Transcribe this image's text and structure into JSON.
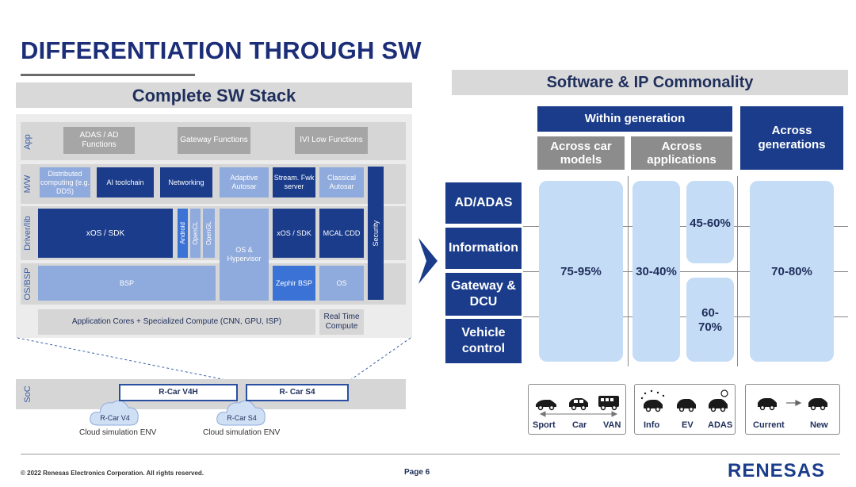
{
  "title": "DIFFERENTIATION THROUGH SW",
  "left_panel": {
    "header": "Complete SW Stack",
    "layers": {
      "app": "App",
      "mw": "M/W",
      "driver": "Driver/lib",
      "osbsp": "OS/BSP"
    },
    "app_boxes": [
      "ADAS / AD Functions",
      "Gateway Functions",
      "IVI Low Functions"
    ],
    "mw_boxes": {
      "distributed": "Distributed computing (e.g. DDS)",
      "ai": "AI toolchain",
      "networking": "Networking",
      "adaptive": "Adaptive Autosar",
      "stream": "Stream. Fwk server",
      "classical": "Classical Autosar"
    },
    "security": "Security",
    "driver_boxes": {
      "xos_sdk_left": "xOS / SDK",
      "android": "Android",
      "opencl": "OpenCL",
      "opengl": "OpenGL",
      "os_hypervisor": "OS & Hypervisor",
      "xos_sdk_right": "xOS / SDK",
      "mcal": "MCAL CDD"
    },
    "os_boxes": {
      "bsp": "BSP",
      "zephir": "Zephir BSP",
      "os": "OS"
    },
    "compute": {
      "app_cores": "Application Cores + Specialized Compute (CNN, GPU, ISP)",
      "real_time": "Real Time Compute"
    },
    "soc": {
      "label": "SoC",
      "chip1": "R-Car V4H",
      "chip2": "R- Car S4",
      "cloud1": "R-Car V4",
      "cloud2": "R-Car S4",
      "env1": "Cloud simulation ENV",
      "env2": "Cloud simulation ENV"
    }
  },
  "right_panel": {
    "header": "Software & IP Commonality",
    "within_generation": "Within generation",
    "across_generations": "Across generations",
    "across_models": "Across car models",
    "across_applications": "Across applications",
    "rows": [
      "AD/ADAS",
      "Information",
      "Gateway & DCU",
      "Vehicle control"
    ],
    "percentages": {
      "models": "75-95%",
      "applications": "30-40%",
      "app_top": "45-60%",
      "app_bottom": "60- 70%",
      "generations": "70-80%"
    },
    "icons": {
      "group1": [
        "Sport",
        "Car",
        "VAN"
      ],
      "group2": [
        "Info",
        "EV",
        "ADAS"
      ],
      "group3": [
        "Current",
        "New"
      ]
    }
  },
  "footer": {
    "copyright": "© 2022 Renesas Electronics Corporation. All rights reserved.",
    "page": "Page 6",
    "logo": "RENESAS"
  },
  "colors": {
    "navy": "#1a3c8b",
    "light_blue": "#8faadc",
    "bright_blue": "#3a72d6",
    "pill_blue": "#c5dcf6",
    "gray_box": "#a6a6a6",
    "panel_gray": "#d9d9d9"
  }
}
